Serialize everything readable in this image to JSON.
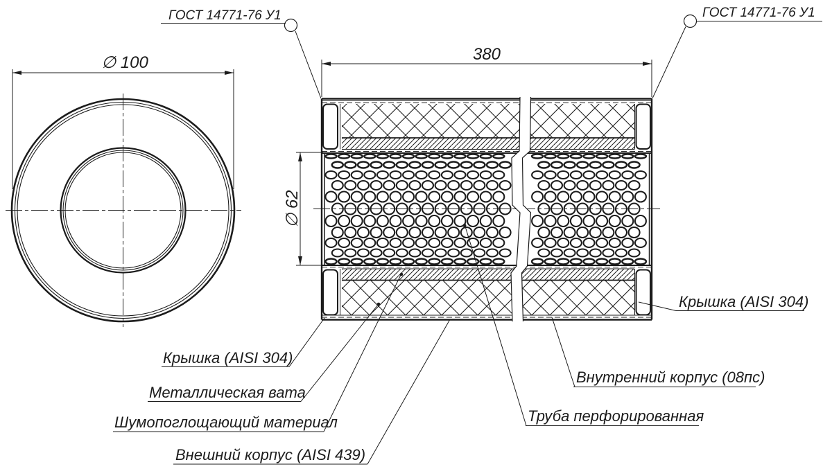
{
  "drawing": {
    "weld_note_left": "ГОСТ 14771-76 У1",
    "weld_note_right": "ГОСТ 14771-76 У1",
    "dimensions": {
      "outer_diameter": "∅ 100",
      "body_length": "380",
      "tube_diameter": "∅ 62"
    },
    "labels": {
      "cap_left": "Крышка (AISI 304)",
      "metal_wool": "Металлическая вата",
      "sound_absorbing_material": "Шумопоглощающий материал",
      "outer_shell": "Внешний корпус (AISI 439)",
      "cap_right": "Крышка (AISI 304)",
      "inner_shell": "Внутренний корпус (08пс)",
      "perforated_tube": "Труба перфорированная"
    },
    "colors": {
      "line": "#1c1c1c",
      "background": "#ffffff"
    }
  }
}
